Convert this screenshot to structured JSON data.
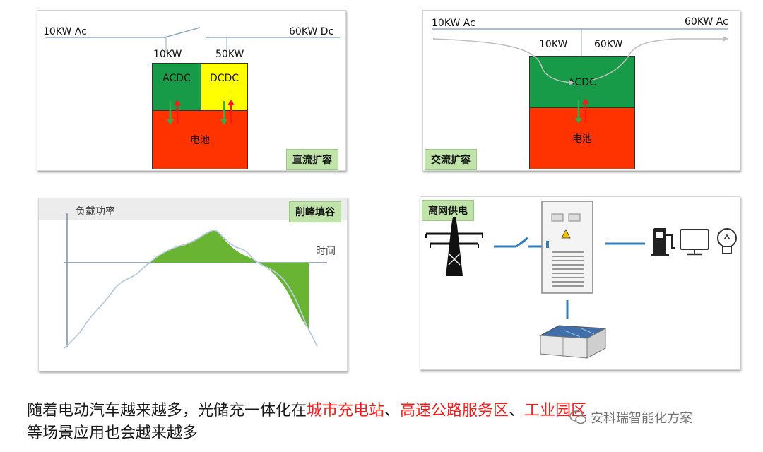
{
  "panel_dc": {
    "left_label": "10KW Ac",
    "right_label": "60KW Dc",
    "left_kw": "10KW",
    "right_kw": "50KW",
    "acdc": "ACDC",
    "dcdc": "DCDC",
    "battery": "电池",
    "tag": "直流扩容"
  },
  "panel_ac": {
    "left_label": "10KW Ac",
    "right_label": "60KW Ac",
    "left_kw": "10KW",
    "right_kw": "60KW",
    "acdc": "ACDC",
    "battery": "电池",
    "tag": "交流扩容"
  },
  "panel_peak": {
    "y_label": "负载功率",
    "x_label": "时间",
    "tag": "削峰填谷"
  },
  "panel_offgrid": {
    "tag": "离网供电",
    "icons": [
      "power-tower-icon",
      "switch-icon",
      "cabinet-icon",
      "fuel-pump-icon",
      "monitor-icon",
      "light-bulb-icon",
      "battery-pack-icon"
    ]
  },
  "caption": {
    "part1": "随着电动汽车越来越多，光储充一体化在",
    "hl1": "城市充电站",
    "sep1": "、",
    "hl2": "高速公路服务区",
    "sep2": "、",
    "hl3": "工业园区",
    "line2": "等场景应用也会越来越多"
  },
  "watermark": {
    "text": "安科瑞智能化方案"
  },
  "colors": {
    "green": "#179b48",
    "yellow": "#ffff00",
    "red": "#ff3300",
    "tag": "#bfe3a8",
    "fill": "#6ab433"
  }
}
